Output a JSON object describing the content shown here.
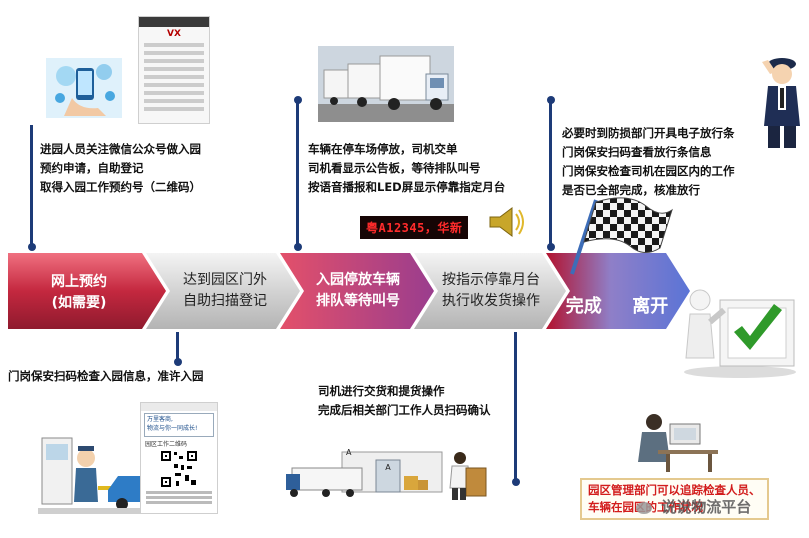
{
  "stages": [
    {
      "line1": "网上预约",
      "line2": "(如需要)"
    },
    {
      "line1": "达到园区门外",
      "line2": "自助扫描登记"
    },
    {
      "line1": "入园停放车辆",
      "line2": "排队等待叫号"
    },
    {
      "line1": "按指示停靠月台",
      "line2": "执行收发货操作"
    },
    {
      "line1": "完成",
      "line2": "离开"
    }
  ],
  "top_notes": [
    {
      "lines": [
        "进园人员关注微信公众号做入园",
        "预约申请，自助登记",
        "取得入园工作预约号（二维码）"
      ]
    },
    {
      "lines": [
        "车辆在停车场停放，司机交单",
        "司机看显示公告板，等待排队叫号",
        "按语音播报和LED屏显示停靠指定月台"
      ]
    },
    {
      "lines": [
        "必要时到防损部门开具电子放行条",
        "门岗保安扫码查看放行条信息",
        "门岗保安检查司机在园区内的工作",
        "是否已全部完成，核准放行"
      ]
    }
  ],
  "bottom_notes": [
    {
      "lines": [
        "门岗保安扫码检查入园信息，准许入园"
      ]
    },
    {
      "lines": [
        "司机进行交货和提货操作",
        "完成后相关部门工作人员扫码确认"
      ]
    }
  ],
  "led_text": "粤A12345，华新",
  "phone_logo": "VX",
  "qr_panel": {
    "greeting": "万里客商,",
    "greeting2": "物流与你一同成长!",
    "title": "园区工作二维码"
  },
  "truck_labels": [
    "A",
    "A"
  ],
  "bottom_box": {
    "lines": [
      "园区管理部门可以追踪检查人员、",
      "车辆在园区的工作状况"
    ]
  },
  "watermark": "说说物流平台",
  "colors": {
    "line": "#1d3b78",
    "stage_red": "#cf3a4f",
    "stage_grey": "#d6d6d6",
    "stage_blue": "#7b8fd6",
    "check_green": "#2f9a2a"
  }
}
